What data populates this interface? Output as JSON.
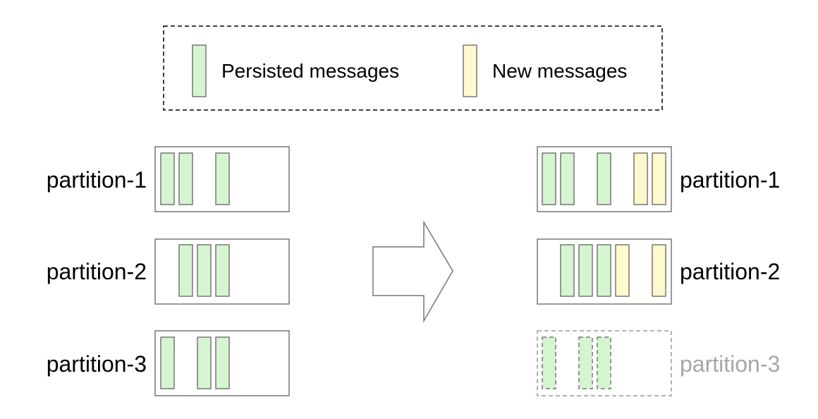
{
  "legend": {
    "persisted_label": "Persisted messages",
    "new_label": "New messages"
  },
  "colors": {
    "persisted_fill": "#d5f5d0",
    "persisted_stroke": "#777777",
    "new_fill": "#fffacd",
    "new_stroke": "#777777",
    "box_stroke": "#777777",
    "faded_text": "#a6a6a6",
    "text": "#000000"
  },
  "before": {
    "partitions": [
      {
        "label": "partition-1",
        "messages": [
          "persisted",
          "persisted",
          "empty",
          "persisted"
        ]
      },
      {
        "label": "partition-2",
        "messages": [
          "empty",
          "persisted",
          "persisted",
          "persisted"
        ]
      },
      {
        "label": "partition-3",
        "messages": [
          "persisted",
          "empty",
          "persisted",
          "persisted"
        ]
      }
    ]
  },
  "after": {
    "partitions": [
      {
        "label": "partition-1",
        "removed": false,
        "messages": [
          "persisted",
          "persisted",
          "empty",
          "persisted",
          "empty",
          "new",
          "new"
        ]
      },
      {
        "label": "partition-2",
        "removed": false,
        "messages": [
          "empty",
          "persisted",
          "persisted",
          "persisted",
          "new",
          "empty",
          "new"
        ]
      },
      {
        "label": "partition-3",
        "removed": true,
        "messages": [
          "persisted",
          "empty",
          "persisted",
          "persisted"
        ]
      }
    ]
  },
  "transition_icon": "right-arrow-icon"
}
